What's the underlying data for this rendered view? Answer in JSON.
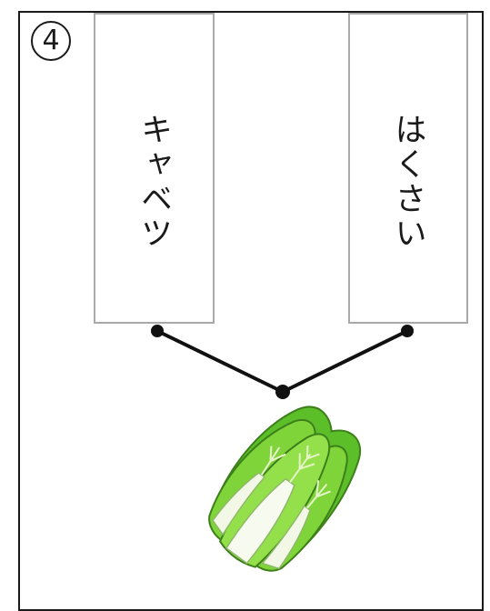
{
  "question": {
    "number": "4"
  },
  "cards": {
    "left_label": "キャベツ",
    "right_label": "はくさい"
  },
  "illustration": {
    "icon": "napa-cabbage-icon"
  }
}
